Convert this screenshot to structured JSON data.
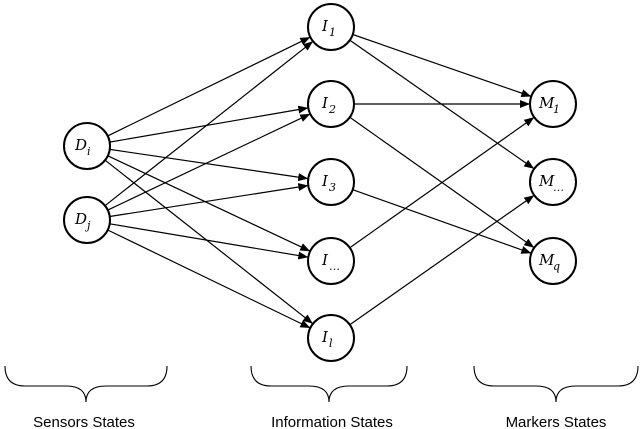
{
  "nodes": {
    "Di": {
      "base": "D",
      "sub": "i"
    },
    "Dj": {
      "base": "D",
      "sub": "j"
    },
    "I1": {
      "base": "I",
      "sub": "1"
    },
    "I2": {
      "base": "I",
      "sub": "2"
    },
    "I3": {
      "base": "I",
      "sub": "3"
    },
    "Idots": {
      "base": "I",
      "sub": "…"
    },
    "Il": {
      "base": "I",
      "sub": "l"
    },
    "M1": {
      "base": "M",
      "sub": "1"
    },
    "Mdots": {
      "base": "M",
      "sub": "…"
    },
    "Mq": {
      "base": "M",
      "sub": "q"
    }
  },
  "edges": [
    [
      "Di",
      "I1"
    ],
    [
      "Di",
      "I2"
    ],
    [
      "Di",
      "I3"
    ],
    [
      "Di",
      "Idots"
    ],
    [
      "Di",
      "Il"
    ],
    [
      "Dj",
      "I1"
    ],
    [
      "Dj",
      "I2"
    ],
    [
      "Dj",
      "I3"
    ],
    [
      "Dj",
      "Idots"
    ],
    [
      "Dj",
      "Il"
    ],
    [
      "I1",
      "M1"
    ],
    [
      "I1",
      "Mdots"
    ],
    [
      "I2",
      "M1"
    ],
    [
      "I2",
      "Mq"
    ],
    [
      "I3",
      "Mq"
    ],
    [
      "Idots",
      "M1"
    ],
    [
      "Il",
      "Mdots"
    ]
  ],
  "groups": {
    "sensors": "Sensors States",
    "information": "Information States",
    "markers": "Markers States"
  }
}
